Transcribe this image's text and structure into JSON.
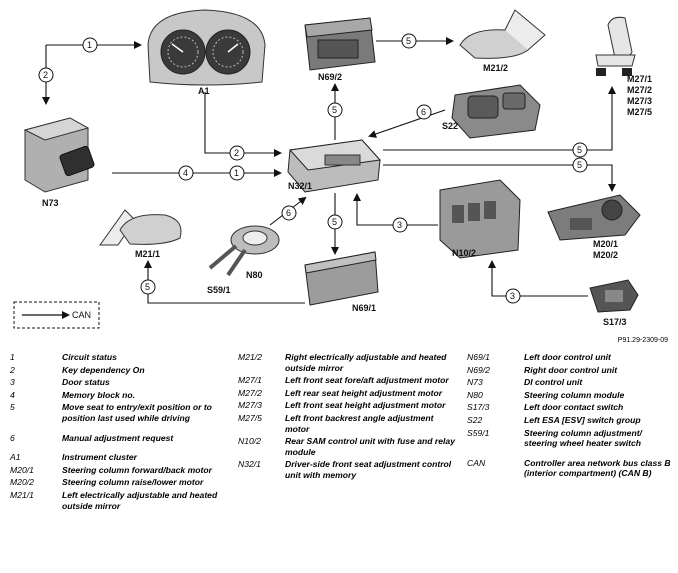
{
  "figure_id": "P91.29-2309-09",
  "components": {
    "A1": "A1",
    "N73": "N73",
    "N69_2": "N69/2",
    "M21_2": "M21/2",
    "M27_1": "M27/1",
    "M27_2": "M27/2",
    "M27_3": "M27/3",
    "M27_5": "M27/5",
    "S22": "S22",
    "N32_1": "N32/1",
    "N10_2": "N10/2",
    "M20_1": "M20/1",
    "M20_2": "M20/2",
    "M21_1": "M21/1",
    "N80": "N80",
    "S59_1": "S59/1",
    "N69_1": "N69/1",
    "S17_3": "S17/3"
  },
  "signals": [
    "1",
    "2",
    "4",
    "5",
    "6",
    "3"
  ],
  "can_label": "CAN",
  "legend": {
    "col1": [
      {
        "key": "1",
        "text": "Circuit status"
      },
      {
        "key": "2",
        "text": "Key dependency On"
      },
      {
        "key": "3",
        "text": "Door status"
      },
      {
        "key": "4",
        "text": "Memory block no."
      },
      {
        "key": "5",
        "text": "Move seat to entry/exit position or to position last used while driving"
      },
      {
        "key": "6",
        "text": "Manual adjustment request"
      },
      {
        "key": "A1",
        "text": "Instrument cluster"
      },
      {
        "key": "M20/1",
        "text": "Steering column forward/back motor"
      },
      {
        "key": "M20/2",
        "text": "Steering column raise/lower motor"
      },
      {
        "key": "M21/1",
        "text": "Left electrically adjustable and heated outside mirror"
      }
    ],
    "col2": [
      {
        "key": "M21/2",
        "text": "Right electrically adjustable and heated outside mirror"
      },
      {
        "key": "M27/1",
        "text": "Left front seat fore/aft adjustment motor"
      },
      {
        "key": "M27/2",
        "text": "Left rear seat height adjustment motor"
      },
      {
        "key": "M27/3",
        "text": "Left front seat height adjustment motor"
      },
      {
        "key": "M27/5",
        "text": "Left front backrest angle adjustment motor"
      },
      {
        "key": "N10/2",
        "text": "Rear SAM control unit with fuse and relay module"
      },
      {
        "key": "N32/1",
        "text": "Driver-side front seat adjustment control unit with memory"
      }
    ],
    "col3": [
      {
        "key": "N69/1",
        "text": "Left door control unit"
      },
      {
        "key": "N69/2",
        "text": "Right door control unit"
      },
      {
        "key": "N73",
        "text": "DI control unit"
      },
      {
        "key": "N80",
        "text": "Steering column module"
      },
      {
        "key": "S17/3",
        "text": "Left door contact switch"
      },
      {
        "key": "S22",
        "text": "Left ESA [ESV] switch group"
      },
      {
        "key": "S59/1",
        "text": "Steering column adjustment/ steering wheel heater switch"
      },
      {
        "key": "CAN",
        "text": "Controller area network bus class B (interior compartment) (CAN B)"
      }
    ]
  }
}
